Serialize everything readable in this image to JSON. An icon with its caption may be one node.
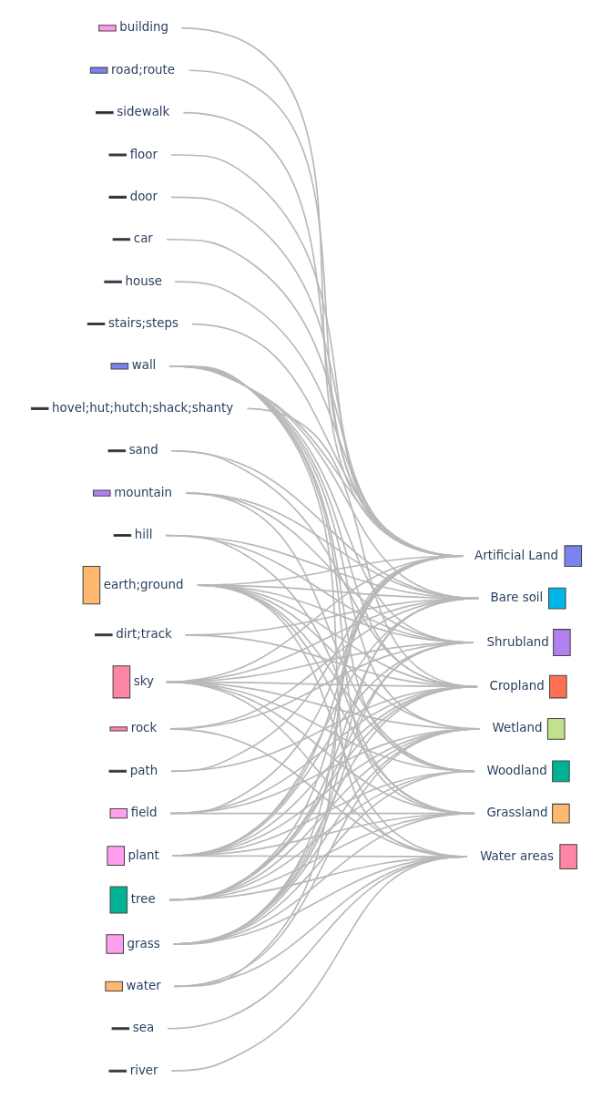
{
  "diagram": {
    "nodes": [
      {
        "text": [
          "building"
        ]
      },
      {
        "text": [
          "road;route"
        ]
      },
      {
        "text": [
          "sidewalk"
        ]
      },
      {
        "text": [
          "floor"
        ]
      },
      {
        "text": [
          "door"
        ]
      },
      {
        "text": [
          "car"
        ]
      },
      {
        "text": [
          "house"
        ]
      },
      {
        "text": [
          "stairs;steps"
        ]
      },
      {
        "text": [
          "wall"
        ]
      },
      {
        "text": [
          "hovel;hut;hutch;shack;shanty"
        ]
      },
      {
        "text": [
          "sand"
        ]
      },
      {
        "text": [
          "mountain"
        ]
      },
      {
        "text": [
          "hill"
        ]
      },
      {
        "text": [
          "earth;ground"
        ]
      },
      {
        "text": [
          "dirt;track"
        ]
      },
      {
        "text": [
          "sky"
        ]
      },
      {
        "text": [
          "rock"
        ]
      },
      {
        "text": [
          "path"
        ]
      },
      {
        "text": [
          "field"
        ]
      },
      {
        "text": [
          "plant"
        ]
      },
      {
        "text": [
          "tree"
        ]
      },
      {
        "text": [
          "grass"
        ]
      },
      {
        "text": [
          "water"
        ]
      },
      {
        "text": [
          "sea"
        ]
      },
      {
        "text": [
          "river"
        ]
      },
      {
        "text": [
          "Artificial Land"
        ]
      },
      {
        "text": [
          "Bare soil"
        ]
      },
      {
        "text": [
          "Shrubland"
        ]
      },
      {
        "text": [
          "Cropland"
        ]
      },
      {
        "text": [
          "Wetland"
        ]
      },
      {
        "text": [
          "Woodland"
        ]
      },
      {
        "text": [
          "Grassland"
        ]
      },
      {
        "text": [
          "Water areas"
        ]
      }
    ],
    "edges": [
      {
        "from": 0,
        "to": 25,
        "arrow": "none"
      },
      {
        "from": 1,
        "to": 25,
        "arrow": "none"
      },
      {
        "from": 2,
        "to": 25,
        "arrow": "none"
      },
      {
        "from": 3,
        "to": 25,
        "arrow": "none"
      },
      {
        "from": 4,
        "to": 25,
        "arrow": "none"
      },
      {
        "from": 5,
        "to": 25,
        "arrow": "none"
      },
      {
        "from": 6,
        "to": 25,
        "arrow": "none"
      },
      {
        "from": 7,
        "to": 25,
        "arrow": "none"
      },
      {
        "from": 8,
        "to": 25,
        "arrow": "none"
      },
      {
        "from": 8,
        "to": 26,
        "arrow": "none"
      },
      {
        "from": 8,
        "to": 27,
        "arrow": "none"
      },
      {
        "from": 8,
        "to": 28,
        "arrow": "none"
      },
      {
        "from": 8,
        "to": 29,
        "arrow": "none"
      },
      {
        "from": 8,
        "to": 30,
        "arrow": "none"
      },
      {
        "from": 8,
        "to": 31,
        "arrow": "none"
      },
      {
        "from": 8,
        "to": 32,
        "arrow": "none"
      },
      {
        "from": 9,
        "to": 28,
        "arrow": "none"
      },
      {
        "from": 10,
        "to": 26,
        "arrow": "none"
      },
      {
        "from": 10,
        "to": 28,
        "arrow": "none"
      },
      {
        "from": 11,
        "to": 26,
        "arrow": "none"
      },
      {
        "from": 11,
        "to": 27,
        "arrow": "none"
      },
      {
        "from": 11,
        "to": 30,
        "arrow": "none"
      },
      {
        "from": 12,
        "to": 26,
        "arrow": "none"
      },
      {
        "from": 12,
        "to": 27,
        "arrow": "none"
      },
      {
        "from": 12,
        "to": 31,
        "arrow": "none"
      },
      {
        "from": 13,
        "to": 25,
        "arrow": "none"
      },
      {
        "from": 13,
        "to": 26,
        "arrow": "none"
      },
      {
        "from": 13,
        "to": 27,
        "arrow": "none"
      },
      {
        "from": 13,
        "to": 28,
        "arrow": "none"
      },
      {
        "from": 13,
        "to": 29,
        "arrow": "none"
      },
      {
        "from": 13,
        "to": 30,
        "arrow": "none"
      },
      {
        "from": 13,
        "to": 31,
        "arrow": "none"
      },
      {
        "from": 13,
        "to": 32,
        "arrow": "none"
      },
      {
        "from": 14,
        "to": 26,
        "arrow": "none"
      },
      {
        "from": 14,
        "to": 28,
        "arrow": "none"
      },
      {
        "from": 15,
        "to": 25,
        "arrow": "none"
      },
      {
        "from": 15,
        "to": 26,
        "arrow": "none"
      },
      {
        "from": 15,
        "to": 27,
        "arrow": "none"
      },
      {
        "from": 15,
        "to": 28,
        "arrow": "none"
      },
      {
        "from": 15,
        "to": 29,
        "arrow": "none"
      },
      {
        "from": 15,
        "to": 30,
        "arrow": "none"
      },
      {
        "from": 15,
        "to": 31,
        "arrow": "none"
      },
      {
        "from": 15,
        "to": 32,
        "arrow": "none"
      },
      {
        "from": 16,
        "to": 26,
        "arrow": "none"
      },
      {
        "from": 16,
        "to": 27,
        "arrow": "none"
      },
      {
        "from": 16,
        "to": 32,
        "arrow": "none"
      },
      {
        "from": 17,
        "to": 25,
        "arrow": "none"
      },
      {
        "from": 17,
        "to": 28,
        "arrow": "none"
      },
      {
        "from": 18,
        "to": 25,
        "arrow": "none"
      },
      {
        "from": 18,
        "to": 28,
        "arrow": "none"
      },
      {
        "from": 18,
        "to": 29,
        "arrow": "none"
      },
      {
        "from": 18,
        "to": 31,
        "arrow": "none"
      },
      {
        "from": 19,
        "to": 25,
        "arrow": "none"
      },
      {
        "from": 19,
        "to": 26,
        "arrow": "none"
      },
      {
        "from": 19,
        "to": 27,
        "arrow": "none"
      },
      {
        "from": 19,
        "to": 28,
        "arrow": "none"
      },
      {
        "from": 19,
        "to": 29,
        "arrow": "none"
      },
      {
        "from": 19,
        "to": 30,
        "arrow": "none"
      },
      {
        "from": 19,
        "to": 31,
        "arrow": "none"
      },
      {
        "from": 19,
        "to": 32,
        "arrow": "none"
      },
      {
        "from": 20,
        "to": 25,
        "arrow": "none"
      },
      {
        "from": 20,
        "to": 26,
        "arrow": "none"
      },
      {
        "from": 20,
        "to": 27,
        "arrow": "none"
      },
      {
        "from": 20,
        "to": 28,
        "arrow": "none"
      },
      {
        "from": 20,
        "to": 29,
        "arrow": "none"
      },
      {
        "from": 20,
        "to": 30,
        "arrow": "none"
      },
      {
        "from": 20,
        "to": 31,
        "arrow": "none"
      },
      {
        "from": 20,
        "to": 32,
        "arrow": "none"
      },
      {
        "from": 21,
        "to": 25,
        "arrow": "none"
      },
      {
        "from": 21,
        "to": 26,
        "arrow": "none"
      },
      {
        "from": 21,
        "to": 27,
        "arrow": "none"
      },
      {
        "from": 21,
        "to": 28,
        "arrow": "none"
      },
      {
        "from": 21,
        "to": 29,
        "arrow": "none"
      },
      {
        "from": 21,
        "to": 30,
        "arrow": "none"
      },
      {
        "from": 21,
        "to": 31,
        "arrow": "none"
      },
      {
        "from": 21,
        "to": 32,
        "arrow": "none"
      },
      {
        "from": 22,
        "to": 25,
        "arrow": "none"
      },
      {
        "from": 22,
        "to": 29,
        "arrow": "none"
      },
      {
        "from": 22,
        "to": 32,
        "arrow": "none"
      },
      {
        "from": 23,
        "to": 32,
        "arrow": "none"
      },
      {
        "from": 24,
        "to": 32,
        "arrow": "none"
      }
    ]
  }
}
